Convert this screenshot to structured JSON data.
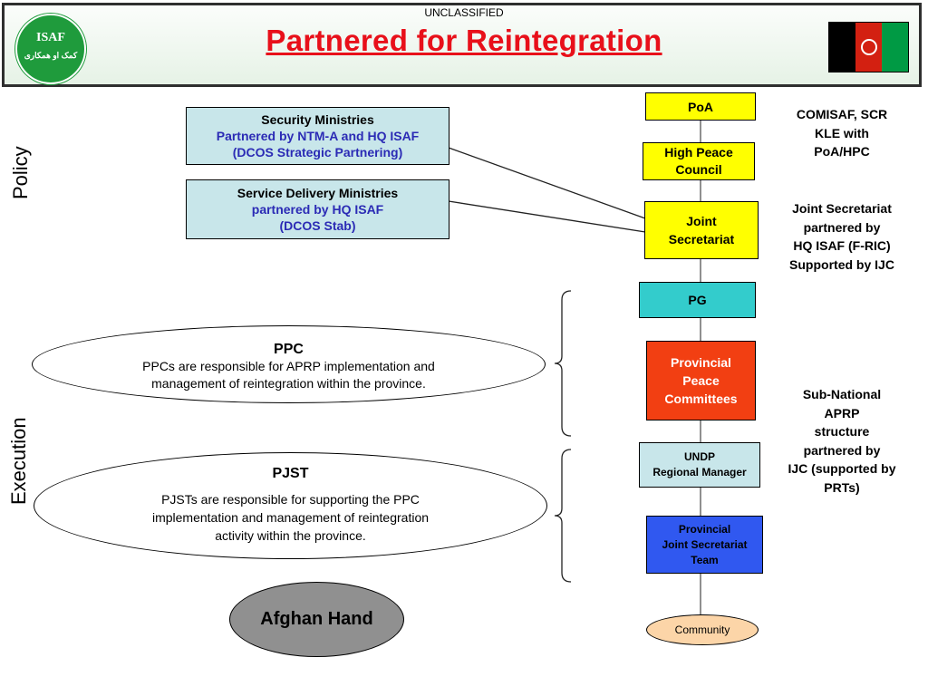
{
  "header": {
    "classification": "UNCLASSIFIED",
    "title": "Partnered for Reintegration",
    "logo_text": "ISAF",
    "logo_subtext": "کمک او همکاری",
    "flag_colors": [
      "#000000",
      "#d32011",
      "#009a44"
    ]
  },
  "side_labels": {
    "policy": "Policy",
    "execution": "Execution"
  },
  "left": {
    "security": {
      "line1": "Security Ministries",
      "line2": "Partnered by NTM-A and HQ ISAF",
      "line3": "(DCOS Strategic Partnering)"
    },
    "service": {
      "line1": "Service Delivery Ministries",
      "line2": "partnered by HQ ISAF",
      "line3": "(DCOS Stab)"
    },
    "ppc": {
      "title": "PPC",
      "line1": "PPCs are responsible for APRP implementation and",
      "line2": "management of reintegration within the province."
    },
    "pjst": {
      "title": "PJST",
      "line1": "PJSTs are responsible for supporting the PPC",
      "line2": "implementation and management of reintegration",
      "line3": "activity within the province."
    },
    "afghan_hand": "Afghan Hand"
  },
  "chain": {
    "poa": "PoA",
    "hpc": {
      "line1": "High Peace",
      "line2": "Council"
    },
    "js": {
      "line1": "Joint",
      "line2": "Secretariat"
    },
    "pg": "PG",
    "ppc": {
      "line1": "Provincial",
      "line2": "Peace",
      "line3": "Committees"
    },
    "undp": {
      "line1": "UNDP",
      "line2": "Regional Manager"
    },
    "pjst": {
      "line1": "Provincial",
      "line2": "Joint Secretariat",
      "line3": "Team"
    },
    "community": "Community"
  },
  "notes": {
    "comisaf": [
      "COMISAF, SCR",
      "KLE with",
      "PoA/HPC"
    ],
    "js": [
      "Joint Secretariat",
      "partnered by",
      "HQ ISAF (F-RIC)",
      "Supported by IJC"
    ],
    "subnational": [
      "Sub-National",
      "APRP",
      "structure",
      "partnered by",
      "IJC (supported by",
      "PRTs)"
    ]
  },
  "colors": {
    "yellow": "#ffff00",
    "teal": "#33cccc",
    "red_orange": "#f23f12",
    "light_blue": "#c8e6ea",
    "royal_blue": "#3058f0",
    "peach": "#fcd5a8",
    "gray": "#909090",
    "title_red": "#e8101a",
    "partner_blue": "#2b2bb5"
  }
}
